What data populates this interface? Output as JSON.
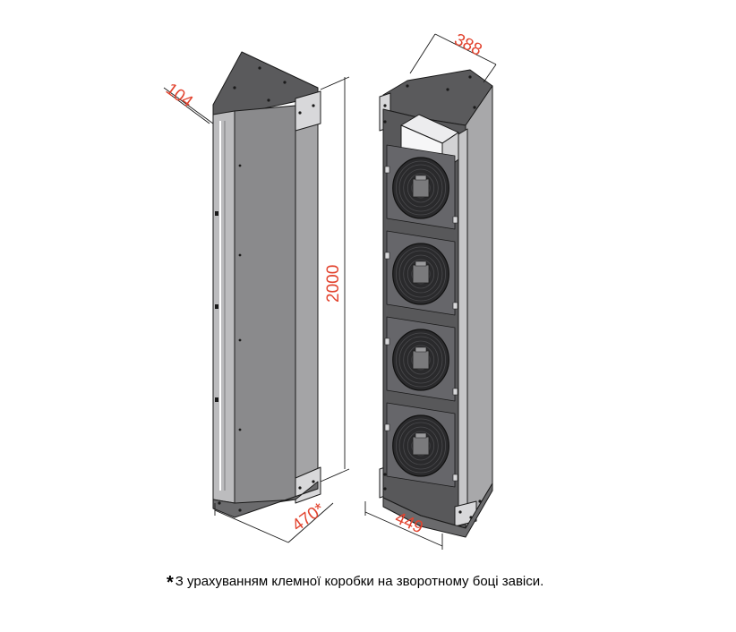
{
  "dimensions": {
    "width": "104",
    "depth_top": "388",
    "height": "2000",
    "depth_bottom": "470*",
    "front_width": "449"
  },
  "footnote": {
    "marker": "*",
    "text": "З урахуванням клемної коробки на зворотному боці завіси."
  },
  "colors": {
    "dimension": "#e2432e",
    "body_dark": "#58585a",
    "body_mid": "#8a8a8c",
    "body_light": "#b4b4b6",
    "outline": "#1a1a1a"
  },
  "fans": {
    "count": 4
  }
}
